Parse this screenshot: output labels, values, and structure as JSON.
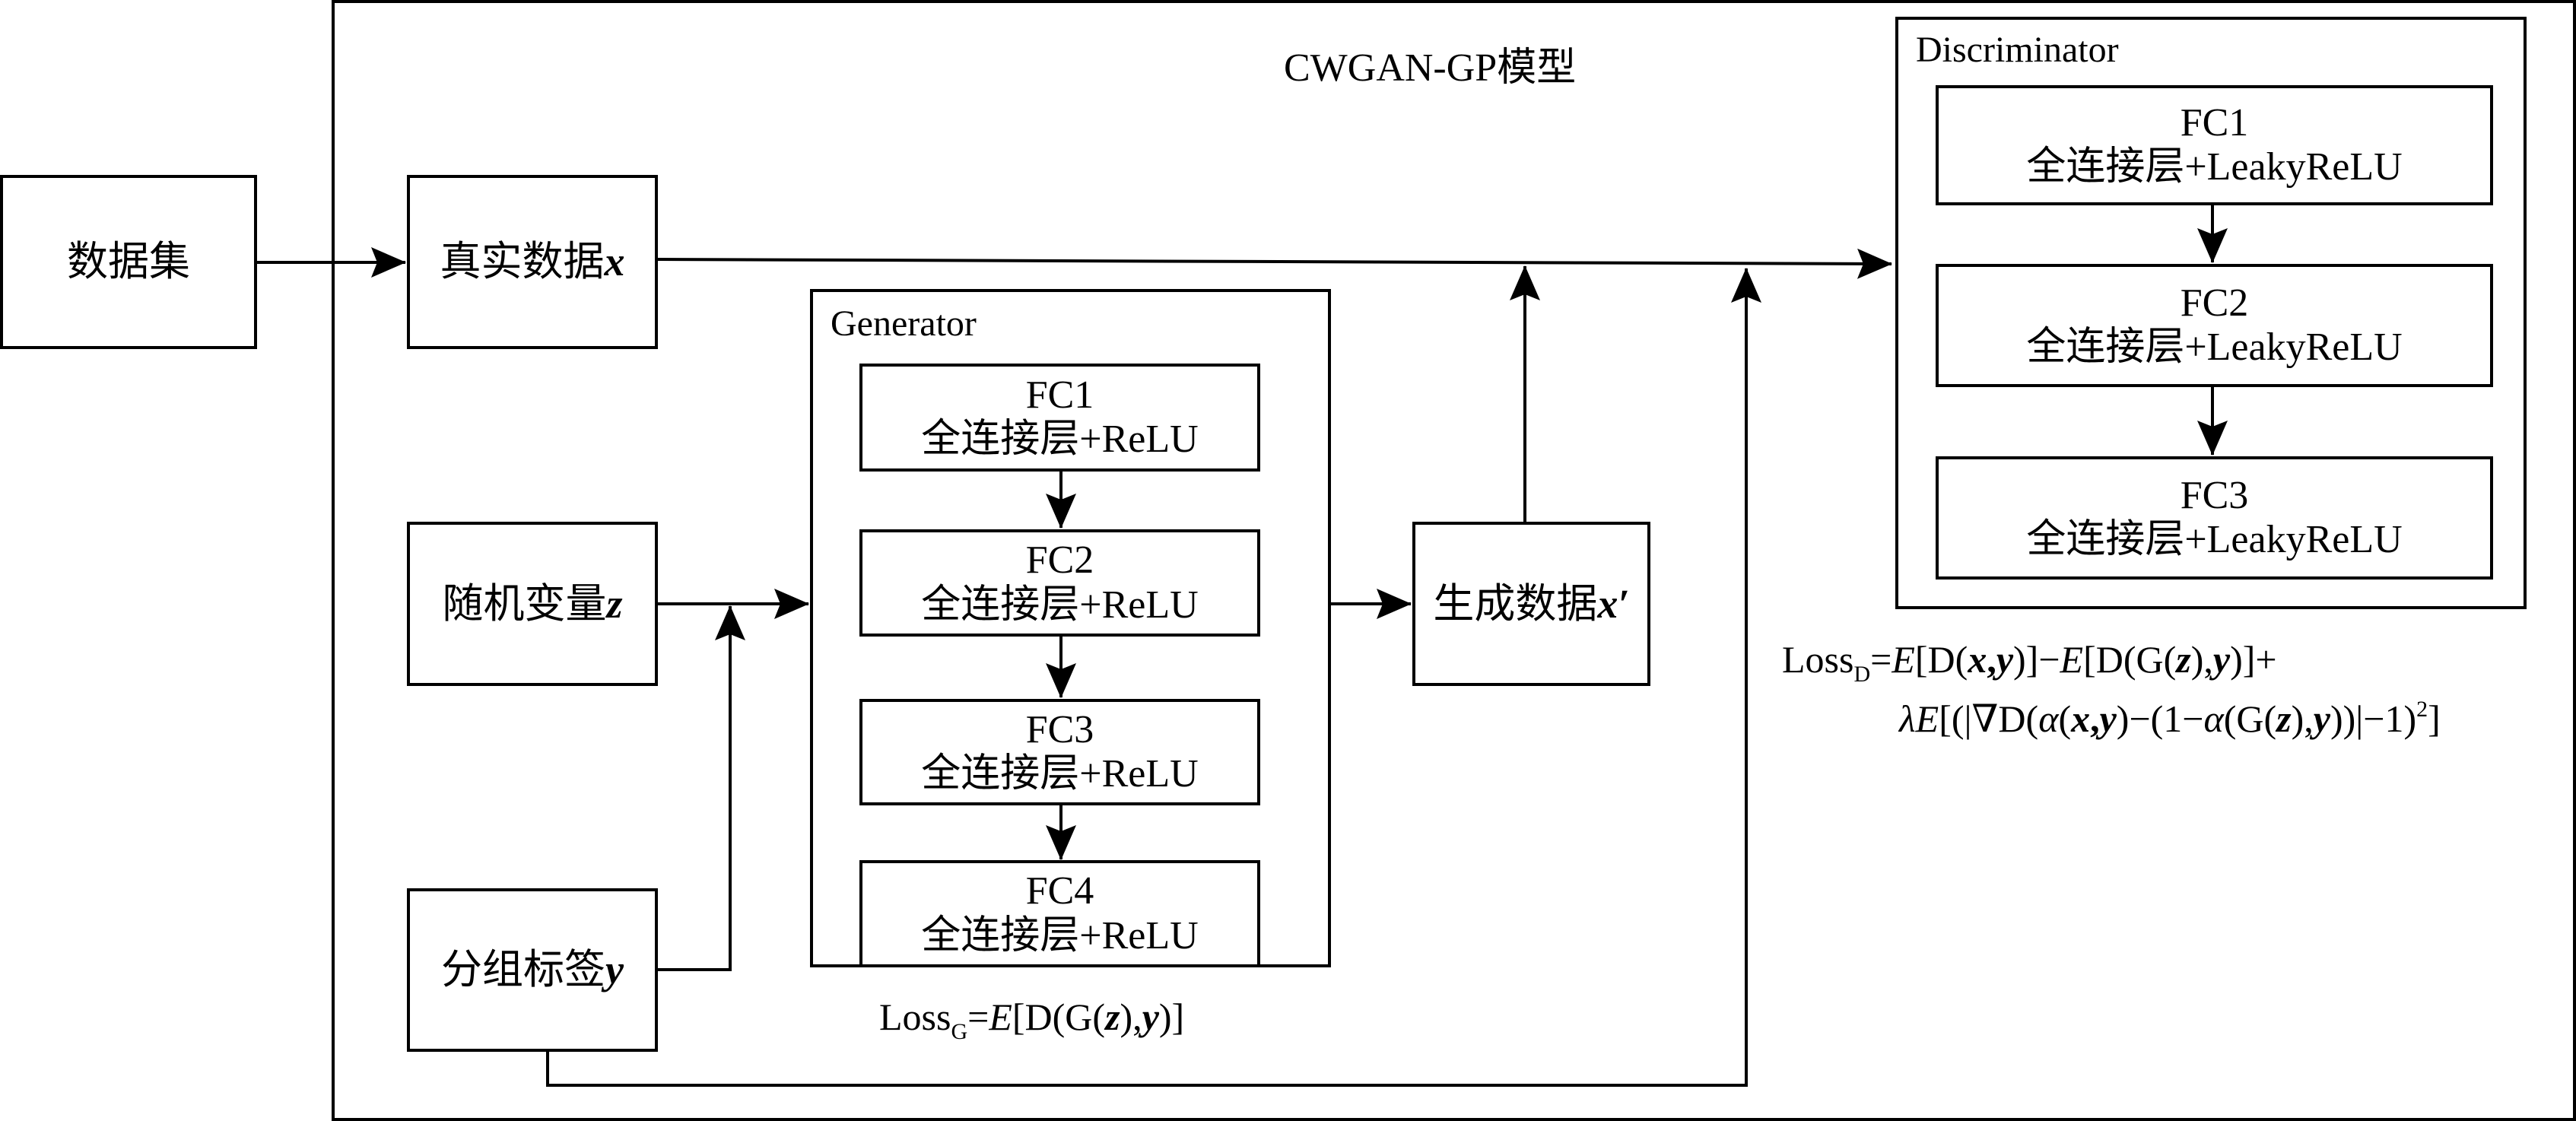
{
  "model_title": "CWGAN-GP模型",
  "dataset_label": "数据集",
  "real_data": {
    "text": "真实数据",
    "var": "x"
  },
  "random_var": {
    "text": "随机变量",
    "var": "z"
  },
  "group_label": {
    "text": "分组标签",
    "var": "y"
  },
  "generated_data": {
    "text": "生成数据",
    "var": "x′"
  },
  "generator": {
    "title": "Generator",
    "layers": [
      {
        "name": "FC1",
        "desc": "全连接层+ReLU"
      },
      {
        "name": "FC2",
        "desc": "全连接层+ReLU"
      },
      {
        "name": "FC3",
        "desc": "全连接层+ReLU"
      },
      {
        "name": "FC4",
        "desc": "全连接层+ReLU"
      }
    ]
  },
  "discriminator": {
    "title": "Discriminator",
    "layers": [
      {
        "name": "FC1",
        "desc": "全连接层+LeakyReLU"
      },
      {
        "name": "FC2",
        "desc": "全连接层+LeakyReLU"
      },
      {
        "name": "FC3",
        "desc": "全连接层+LeakyReLU"
      }
    ]
  },
  "loss_g": {
    "text": "Loss_G=E[D(G(z),y)]",
    "prefix": "Loss",
    "sub": "G",
    "eq": "=",
    "E": "E",
    "open": "[D(G(",
    "z": "z",
    "comma": "),",
    "y": "y",
    "close": ")]"
  },
  "loss_d": {
    "line1": "Loss_D=E[D(x,y)]−E[D(G(z),y)]+",
    "line2": "λE[(|∇D(α(x,y)−(1−α(G(z),y))|−1)^2]",
    "l1": {
      "prefix": "Loss",
      "sub": "D",
      "eq": "=",
      "E1": "E",
      "a": "[D(",
      "x": "x",
      "c1": ",",
      "y": "y",
      "b": ")]−",
      "E2": "E",
      "c": "[D(G(",
      "z": "z",
      "d": "),",
      "y2": "y",
      "e": ")]+"
    },
    "l2": {
      "lam": "λ",
      "E": "E",
      "a": "[(|∇D(",
      "alpha": "α",
      "b": "(",
      "x": "x",
      "c1": ",",
      "y": "y",
      "c": ")−(1−",
      "alpha2": "α",
      "d": "(G(",
      "z": "z",
      "e": "),",
      "y2": "y",
      "f": "))|−1)",
      "sup": "2",
      "g": "]"
    }
  }
}
